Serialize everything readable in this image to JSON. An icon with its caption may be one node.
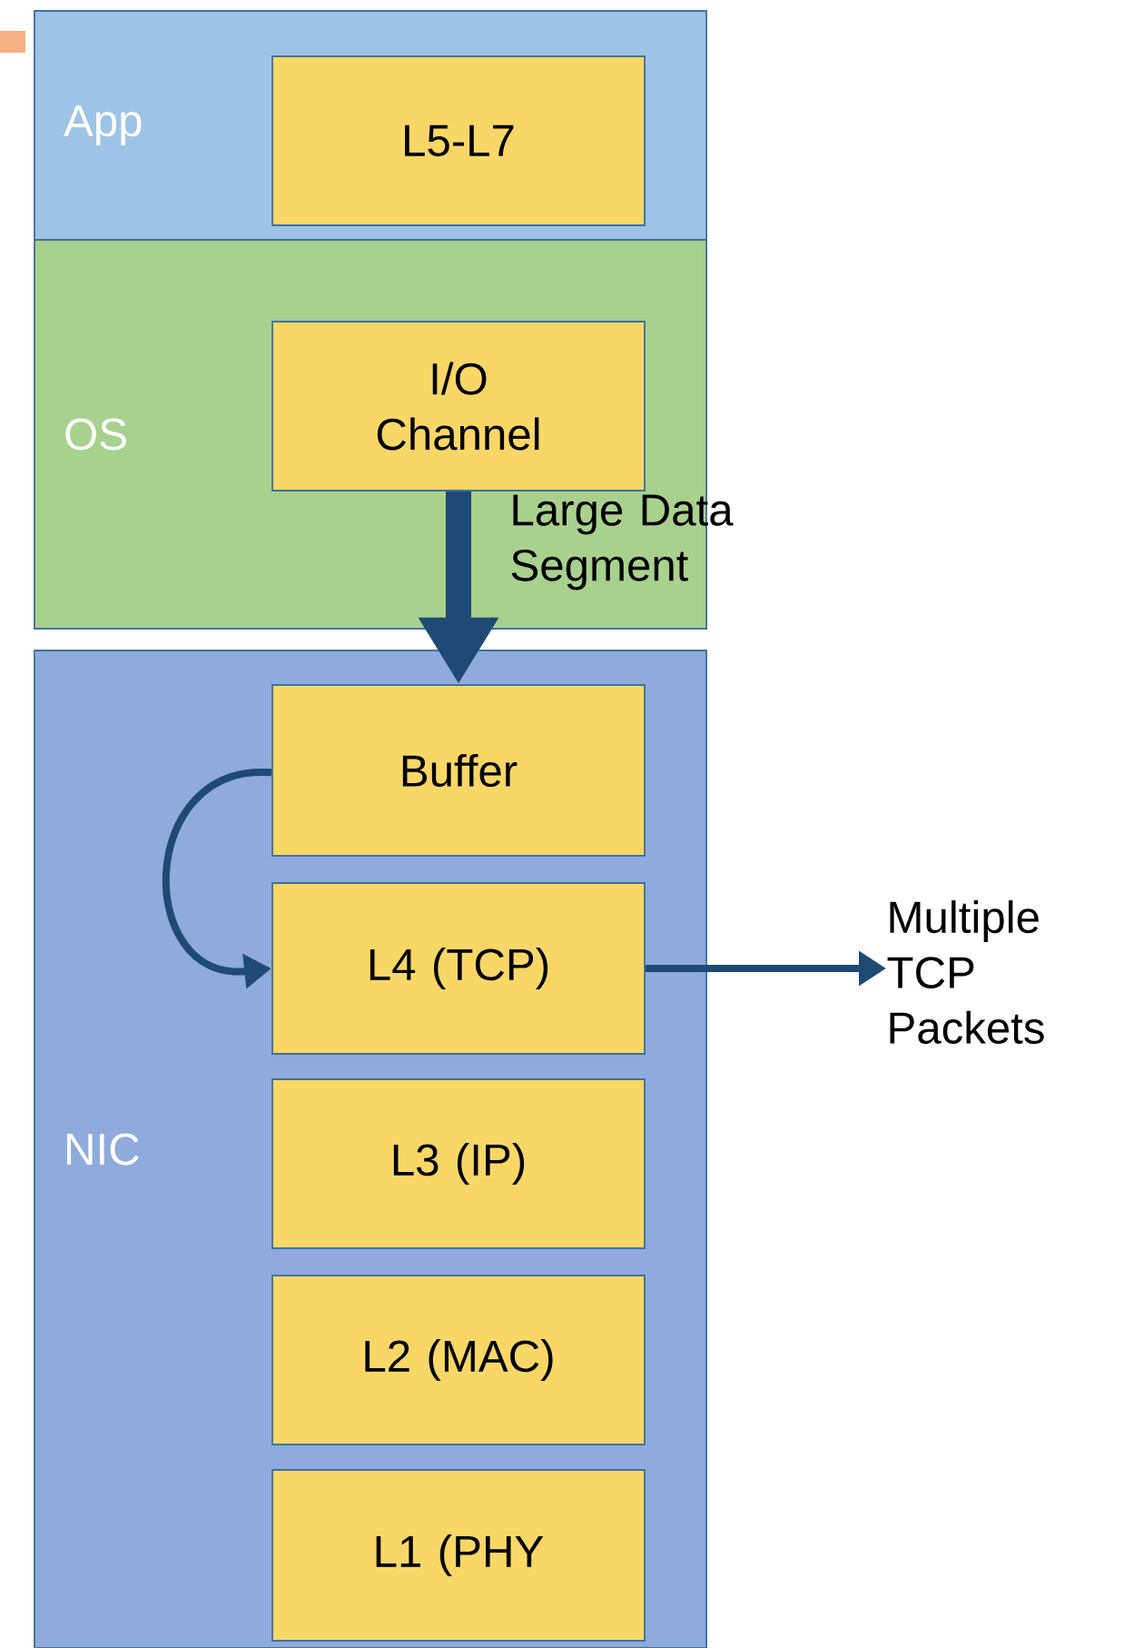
{
  "diagram": {
    "nodes": [
      {
        "text": [
          "App"
        ]
      },
      {
        "text": [
          "L5-L7"
        ],
        "in": 0
      },
      {
        "text": [
          "OS"
        ]
      },
      {
        "text": [
          "I/O Channel"
        ],
        "in": 2
      },
      {
        "text": [
          "NIC"
        ]
      },
      {
        "text": [
          "Buffer"
        ],
        "in": 4
      },
      {
        "text": [
          "L4 (TCP)"
        ],
        "in": 4
      },
      {
        "text": [
          "L3 (IP)"
        ],
        "in": 4
      },
      {
        "text": [
          "L2 (MAC)"
        ],
        "in": 4
      },
      {
        "text": [
          "L1 (PHY"
        ],
        "in": 4
      },
      {
        "text": [
          "Multiple TCP Packets"
        ]
      }
    ],
    "edges": [
      {
        "from": 3,
        "to": 5,
        "arrow": "to",
        "label": "Large Data Segment",
        "style": "thick"
      },
      {
        "from": 5,
        "to": 6,
        "arrow": "to"
      },
      {
        "from": 6,
        "to": 10,
        "arrow": "to"
      }
    ]
  }
}
